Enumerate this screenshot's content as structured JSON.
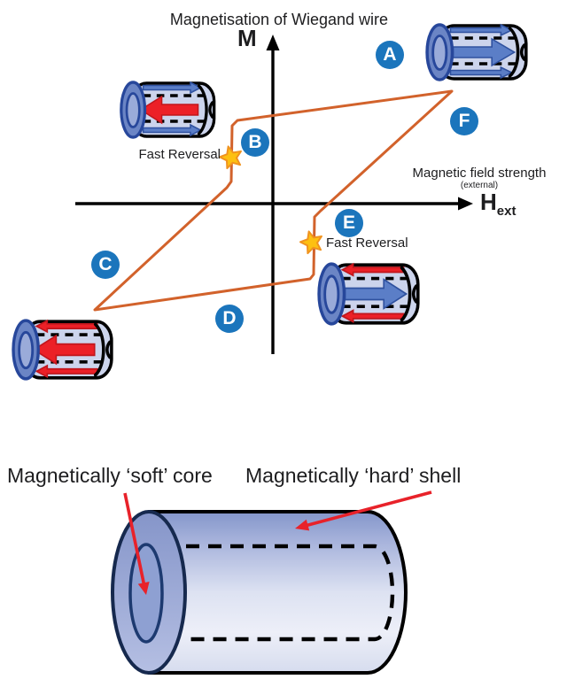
{
  "figure": {
    "title": "Magnetisation of Wiegand wire",
    "y_axis": {
      "symbol": "M"
    },
    "x_axis": {
      "label": "Magnetic field strength",
      "sublabel": "(external)",
      "symbol": "H",
      "symbol_sub": "ext"
    },
    "point_labels": {
      "a": "A",
      "b": "B",
      "c": "C",
      "d": "D",
      "e": "E",
      "f": "F"
    },
    "fast_reversal_b": "Fast Reversal",
    "fast_reversal_e": "Fast Reversal"
  },
  "cylinders": [
    {
      "id": "A",
      "core_dir": "right",
      "core_color": "blue",
      "shell_dir": "right",
      "shell_color": "blue"
    },
    {
      "id": "B",
      "core_dir": "left",
      "core_color": "red",
      "shell_dir": "right",
      "shell_color": "blue"
    },
    {
      "id": "E",
      "core_dir": "right",
      "core_color": "blue",
      "shell_dir": "left",
      "shell_color": "red"
    },
    {
      "id": "C",
      "core_dir": "left",
      "core_color": "red",
      "shell_dir": "left",
      "shell_color": "red"
    }
  ],
  "bottom_figure": {
    "soft_core_label": "Magnetically ‘soft’ core",
    "hard_shell_label": "Magnetically ‘hard’ shell"
  },
  "colors": {
    "loop": "#d2622b",
    "label_circle": "#1b75bc",
    "star_fill": "#fdc011",
    "star_stroke": "#f0931f",
    "text": "#1d1d1f",
    "red_arrow": "#ec2027",
    "red_arrow_stroke": "#c0161c",
    "blue_arrow": "#5b7ec7",
    "blue_arrow_stroke": "#2f519f",
    "label_arrow": "#e8222a"
  }
}
